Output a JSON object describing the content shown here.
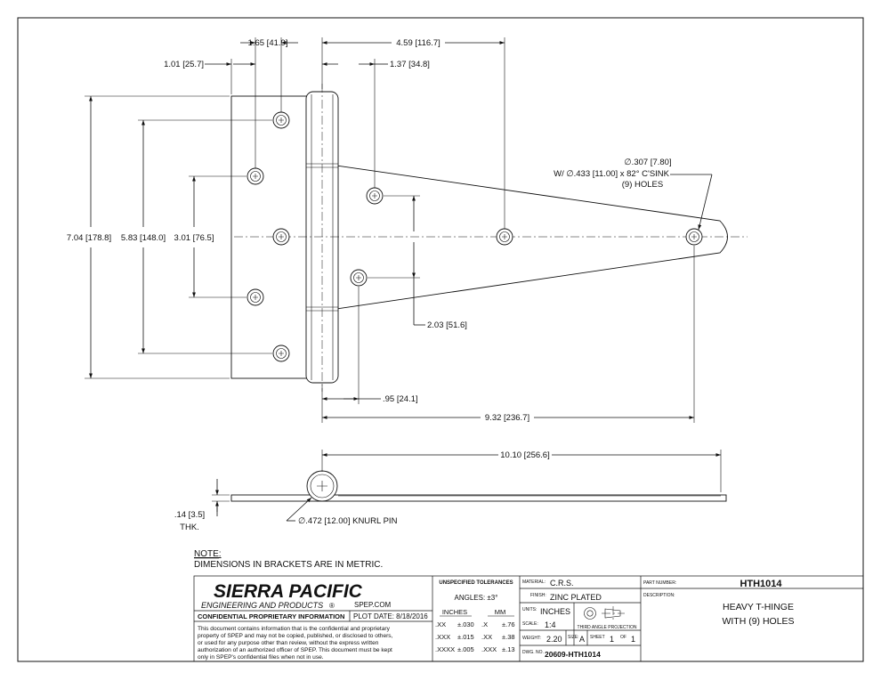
{
  "dimensions": {
    "d165": "1.65",
    "d165m": "41.9",
    "d101": "1.01",
    "d101m": "25.7",
    "d459": "4.59",
    "d459m": "116.7",
    "d137": "1.37",
    "d137m": "34.8",
    "d704": "7.04",
    "d704m": "178.8",
    "d583": "5.83",
    "d583m": "148.0",
    "d301": "3.01",
    "d301m": "76.5",
    "d203": "2.03",
    "d203m": "51.6",
    "d095": ".95",
    "d095m": "24.1",
    "d932": "9.32",
    "d932m": "236.7",
    "d1010": "10.10",
    "d1010m": "256.6",
    "d014": ".14",
    "d014m": "3.5",
    "thk": "THK.",
    "hole_dia": "∅.307",
    "hole_dia_m": "7.80",
    "csink": "W/ ∅.433 [11.00] x 82° C'SINK",
    "holes": "(9) HOLES",
    "pin_dia": "∅.472",
    "pin_dia_m": "12.00",
    "pin_label": "KNURL PIN"
  },
  "note": {
    "title": "NOTE:",
    "text": "DIMENSIONS IN BRACKETS ARE IN METRIC."
  },
  "title_block": {
    "company": "SIERRA PACIFIC",
    "subtitle": "ENGINEERING AND PRODUCTS",
    "registered": "®",
    "website": "SPEP.COM",
    "confidential_header": "CONFIDENTIAL PROPRIETARY INFORMATION",
    "plot_date": "PLOT DATE: 8/18/2016",
    "confidential_text": [
      "This document contains information that is the confidential and proprietary",
      "property of SPEP and may not be copied, published, or disclosed to others,",
      "or used for any purpose  other than review, without the express written",
      "authorization of an authorized officer of SPEP. This document must be kept",
      "only in SPEP's confidential files when not in use."
    ],
    "tolerances_header": "UNSPECIFIED TOLERANCES",
    "angles": "ANGLES: ±3°",
    "inches_header": "INCHES",
    "mm_header": "MM",
    "tol_rows": [
      {
        "in_k": ".XX",
        "in_v": "±.030",
        "mm_k": ".X",
        "mm_v": "±.76"
      },
      {
        "in_k": ".XXX",
        "in_v": "±.015",
        "mm_k": ".XX",
        "mm_v": "±.38"
      },
      {
        "in_k": ".XXXX",
        "in_v": "±.005",
        "mm_k": ".XXX",
        "mm_v": "±.13"
      }
    ],
    "material_label": "MATERIAL:",
    "material": "C.R.S.",
    "finish_label": "FINISH:",
    "finish": "ZINC PLATED",
    "units_label": "UNITS:",
    "units": "INCHES",
    "scale_label": "SCALE:",
    "scale": "1:4",
    "projection": "THIRD ANGLE PROJECTION",
    "weight_label": "WEIGHT:",
    "weight": "2.20",
    "size_label": "SIZE:",
    "size": "A",
    "sheet_label": "SHEET",
    "sheet": "1",
    "of_label": "OF",
    "sheet_total": "1",
    "dwg_label": "DWG. NO.",
    "dwg_no": "20609-HTH1014",
    "part_label": "PART NUMBER:",
    "part_number": "HTH1014",
    "desc_label": "DESCRIPTION:",
    "desc_line1": "HEAVY T-HINGE",
    "desc_line2": "WITH (9) HOLES"
  }
}
